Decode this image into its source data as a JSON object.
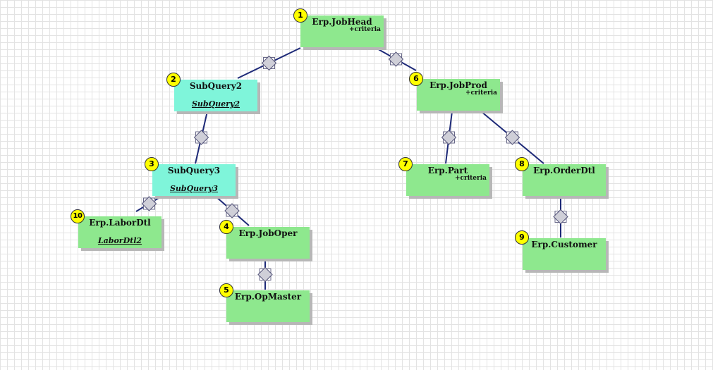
{
  "nodes": [
    {
      "id": 1,
      "number": "1",
      "title": "Erp.JobHead",
      "criteria": "+criteria",
      "alias": "",
      "kind": "table"
    },
    {
      "id": 2,
      "number": "2",
      "title": "SubQuery2",
      "criteria": "",
      "alias": "SubQuery2",
      "kind": "subquery"
    },
    {
      "id": 3,
      "number": "3",
      "title": "SubQuery3",
      "criteria": "",
      "alias": "SubQuery3",
      "kind": "subquery"
    },
    {
      "id": 4,
      "number": "4",
      "title": "Erp.JobOper",
      "criteria": "",
      "alias": "",
      "kind": "table"
    },
    {
      "id": 5,
      "number": "5",
      "title": "Erp.OpMaster",
      "criteria": "",
      "alias": "",
      "kind": "table"
    },
    {
      "id": 6,
      "number": "6",
      "title": "Erp.JobProd",
      "criteria": "+criteria",
      "alias": "",
      "kind": "table"
    },
    {
      "id": 7,
      "number": "7",
      "title": "Erp.Part",
      "criteria": "+criteria",
      "alias": "",
      "kind": "table"
    },
    {
      "id": 8,
      "number": "8",
      "title": "Erp.OrderDtl",
      "criteria": "",
      "alias": "",
      "kind": "table"
    },
    {
      "id": 9,
      "number": "9",
      "title": "Erp.Customer",
      "criteria": "",
      "alias": "",
      "kind": "table"
    },
    {
      "id": 10,
      "number": "10",
      "title": "Erp.LaborDtl",
      "criteria": "",
      "alias": "LaborDtl2",
      "kind": "table"
    }
  ],
  "links": [
    {
      "from": 1,
      "to": 2
    },
    {
      "from": 1,
      "to": 6
    },
    {
      "from": 2,
      "to": 3
    },
    {
      "from": 3,
      "to": 10
    },
    {
      "from": 3,
      "to": 4
    },
    {
      "from": 4,
      "to": 5
    },
    {
      "from": 6,
      "to": 7
    },
    {
      "from": 6,
      "to": 8
    },
    {
      "from": 8,
      "to": 9
    }
  ],
  "colors": {
    "table_fill": "#8ee88e",
    "subquery_fill": "#7ff5da",
    "badge_fill": "#ffff00",
    "link_line": "#1e2a78",
    "join_icon_fill": "#cfcfd8"
  }
}
